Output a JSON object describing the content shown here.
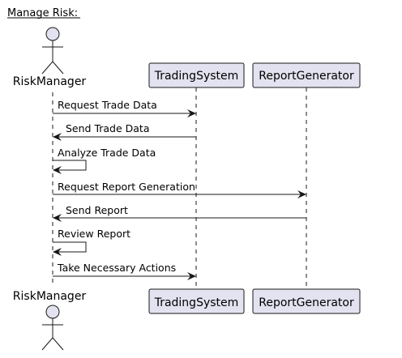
{
  "diagram": {
    "title": "Manage Risk:",
    "participants": [
      {
        "id": "risk_manager",
        "label": "RiskManager",
        "kind": "actor"
      },
      {
        "id": "trading_system",
        "label": "TradingSystem",
        "kind": "box"
      },
      {
        "id": "report_generator",
        "label": "ReportGenerator",
        "kind": "box"
      }
    ],
    "messages": [
      {
        "from": "risk_manager",
        "to": "trading_system",
        "label": "Request Trade Data"
      },
      {
        "from": "trading_system",
        "to": "risk_manager",
        "label": "Send Trade Data"
      },
      {
        "from": "risk_manager",
        "to": "risk_manager",
        "label": "Analyze Trade Data"
      },
      {
        "from": "risk_manager",
        "to": "report_generator",
        "label": "Request Report Generation"
      },
      {
        "from": "report_generator",
        "to": "risk_manager",
        "label": "Send Report"
      },
      {
        "from": "risk_manager",
        "to": "risk_manager",
        "label": "Review Report"
      },
      {
        "from": "risk_manager",
        "to": "trading_system",
        "label": "Take Necessary Actions"
      }
    ],
    "colors": {
      "participant_fill": "#E2E2F0",
      "participant_border": "#181818",
      "line": "#181818"
    }
  }
}
